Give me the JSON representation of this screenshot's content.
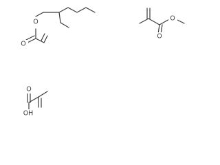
{
  "molecules": {
    "ethylhexyl_acrylate": {
      "atoms": {
        "ester_o": "O",
        "carbonyl_o": "O"
      }
    },
    "methyl_methacrylate": {
      "atoms": {
        "ester_o": "O",
        "carbonyl_o": "O"
      }
    },
    "methacrylic_acid": {
      "atoms": {
        "hydroxyl": "OH",
        "carbonyl_o": "O"
      }
    }
  },
  "colors": {
    "bond": "#3a3a3a",
    "background": "#ffffff"
  }
}
